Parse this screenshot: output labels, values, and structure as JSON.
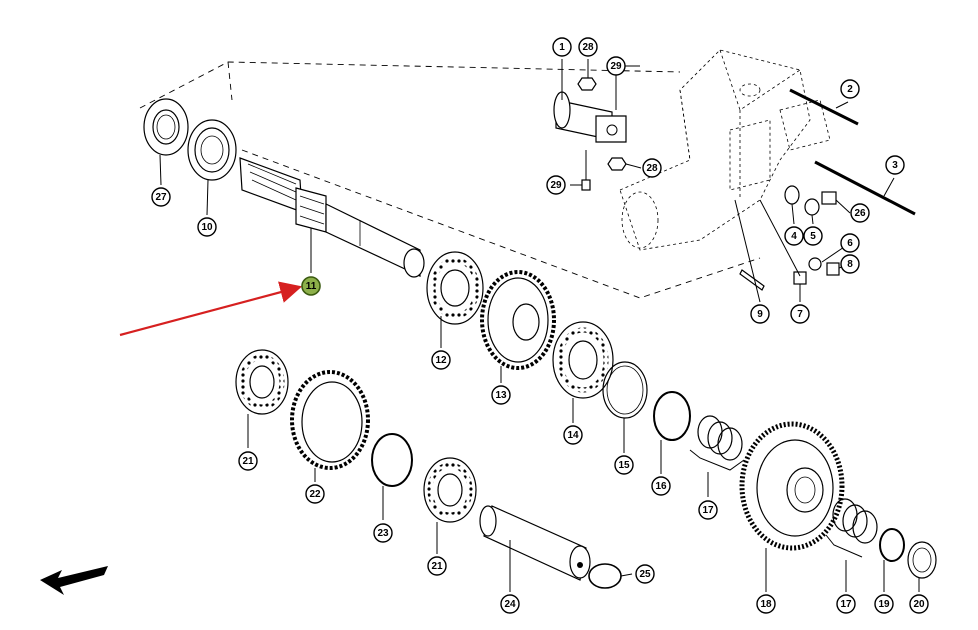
{
  "diagram": {
    "highlight_color": "#8db04a",
    "arrow_color": "#d62020",
    "callouts": [
      {
        "label": "1"
      },
      {
        "label": "2"
      },
      {
        "label": "3"
      },
      {
        "label": "4"
      },
      {
        "label": "5"
      },
      {
        "label": "6"
      },
      {
        "label": "7"
      },
      {
        "label": "8"
      },
      {
        "label": "9"
      },
      {
        "label": "10"
      },
      {
        "label": "11",
        "highlighted": true
      },
      {
        "label": "12"
      },
      {
        "label": "13"
      },
      {
        "label": "14"
      },
      {
        "label": "15"
      },
      {
        "label": "16"
      },
      {
        "label": "17"
      },
      {
        "label": "17"
      },
      {
        "label": "18"
      },
      {
        "label": "19"
      },
      {
        "label": "20"
      },
      {
        "label": "21"
      },
      {
        "label": "21"
      },
      {
        "label": "22"
      },
      {
        "label": "23"
      },
      {
        "label": "24"
      },
      {
        "label": "25"
      },
      {
        "label": "26"
      },
      {
        "label": "27"
      },
      {
        "label": "28"
      },
      {
        "label": "28"
      },
      {
        "label": "29"
      },
      {
        "label": "29"
      }
    ]
  }
}
